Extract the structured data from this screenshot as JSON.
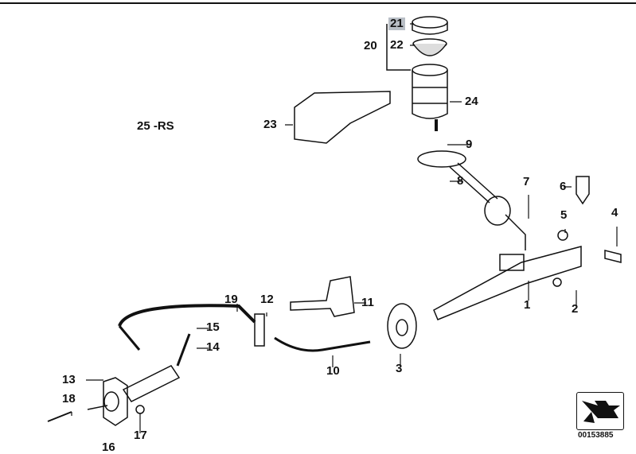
{
  "diagram": {
    "title": "25 -RS",
    "catalog_number": "00153885",
    "callouts": [
      "21",
      "22",
      "20",
      "24",
      "23",
      "9",
      "8",
      "7",
      "6",
      "5",
      "4",
      "1",
      "2",
      "11",
      "12",
      "19",
      "15",
      "14",
      "10",
      "3",
      "13",
      "18",
      "17",
      "16"
    ],
    "highlighted_callout": "21"
  }
}
